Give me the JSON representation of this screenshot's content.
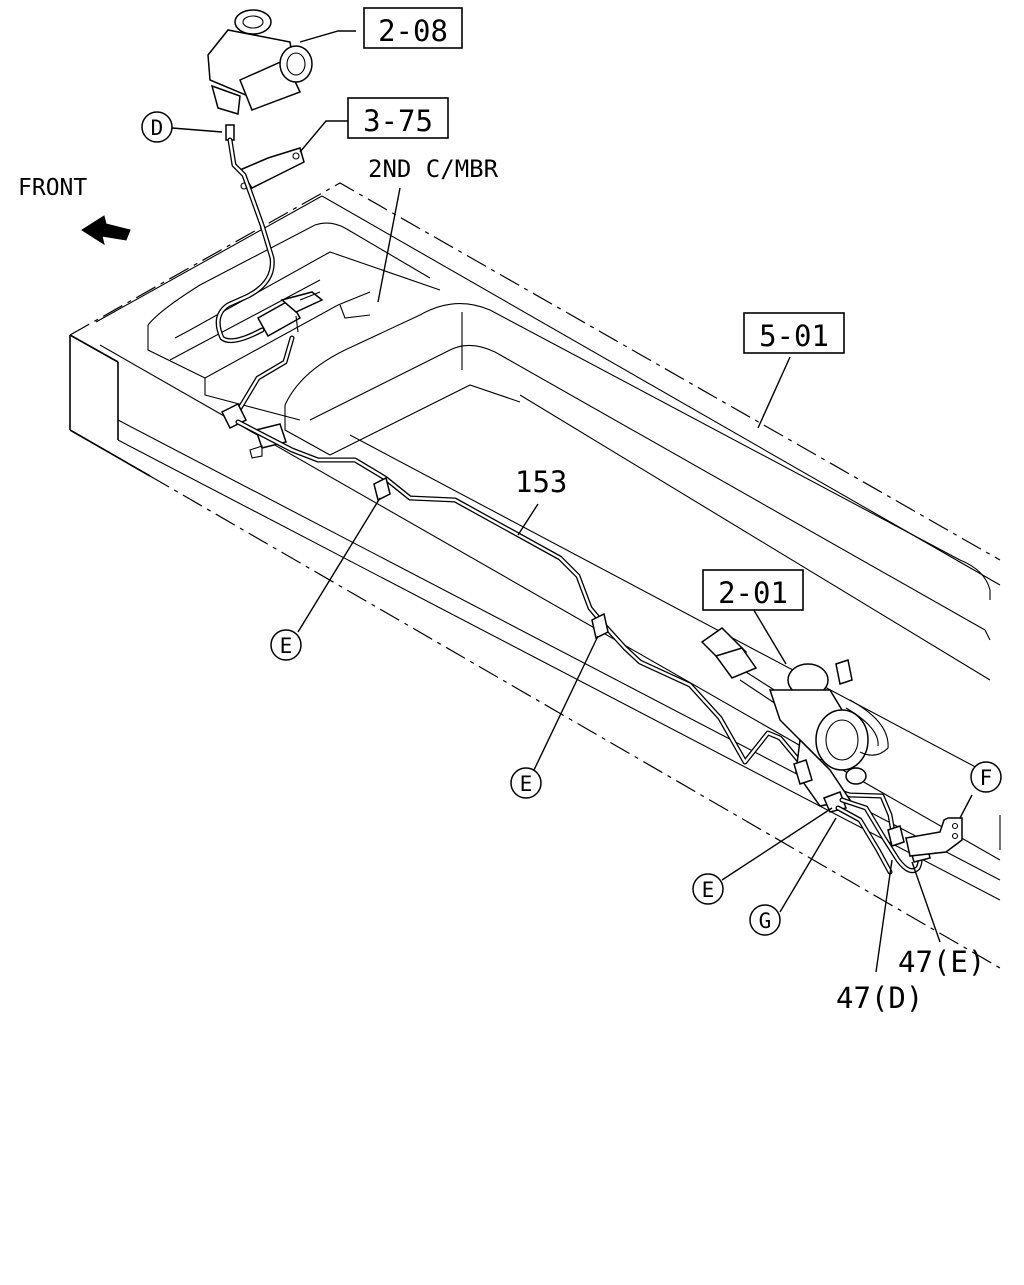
{
  "labels": {
    "front": "FRONT",
    "cross_member": "2ND C/MBR",
    "pipe_number": "153",
    "ref_reservoir": "2-08",
    "ref_bracket": "3-75",
    "ref_frame": "5-01",
    "ref_booster": "2-01",
    "part_47d": "47(D)",
    "part_47e": "47(E)"
  },
  "callouts": {
    "d": "D",
    "e1": "E",
    "e2": "E",
    "e3": "E",
    "f": "F",
    "g": "G"
  },
  "icons": {
    "front_arrow": "arrow-front-icon"
  }
}
